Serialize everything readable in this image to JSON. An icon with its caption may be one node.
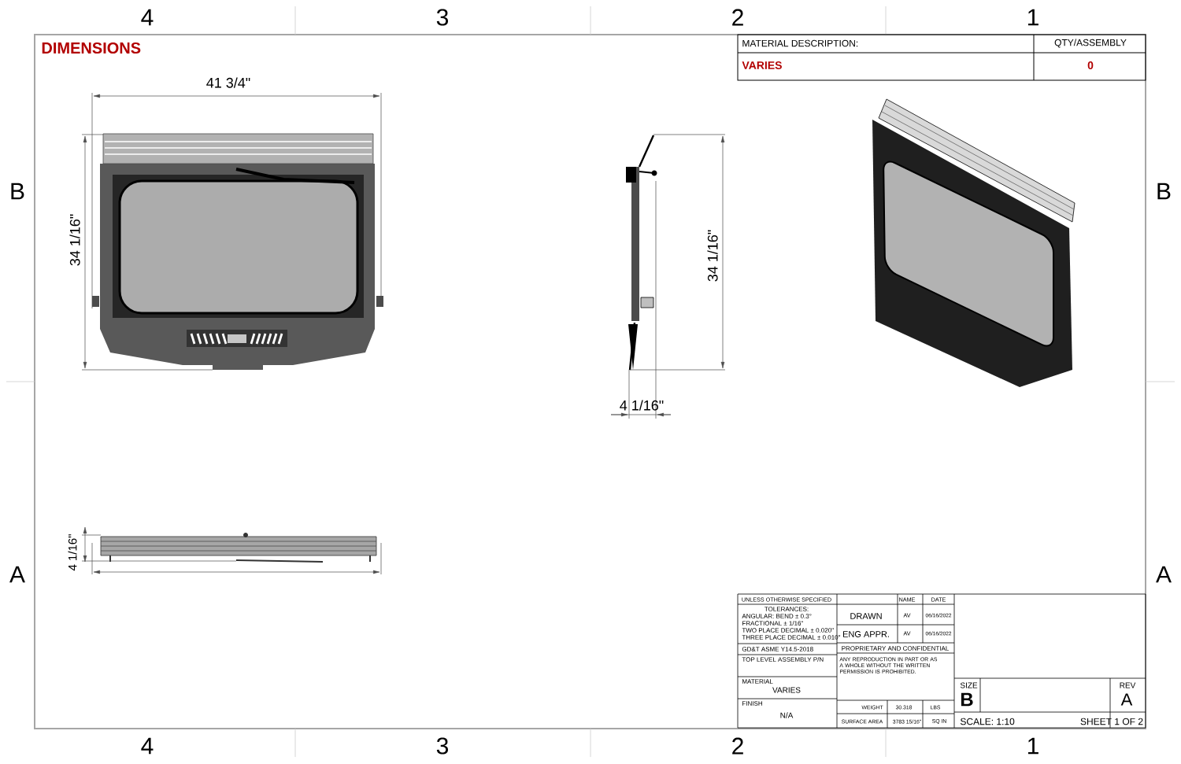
{
  "diagram": {
    "title": "DIMENSIONS",
    "labels": [
      "4",
      "3",
      "2",
      "1",
      "MATERIAL DESCRIPTION:",
      "QTY/ASSEMBLY",
      "VARIES",
      "0",
      "41 3/4\"",
      "B",
      "B",
      "34 1/16\"",
      "34 1/16\"",
      "4 1/16\"",
      "A",
      "A",
      "4 1/16\"",
      "UNLESS OTHERWISE SPECIFIED",
      "NAME",
      "DATE",
      "TOLERANCES:",
      "ANGULAR: BEND ± 0.3°",
      "FRACTIONAL ± 1/16\"",
      "TWO PLACE DECIMAL ± 0.020\"",
      "THREE PLACE DECIMAL ± 0.010\"",
      "DRAWN",
      "AV",
      "06/16/2022",
      "ENG APPR.",
      "AV",
      "06/16/2022",
      "GD&T ASME Y14.5-2018",
      "PROPRIETARY AND CONFIDENTIAL",
      "TOP LEVEL ASSEMBLY P/N",
      "ANY REPRODUCTION IN PART OR AS A WHOLE WITHOUT THE WRITTEN PERMISSION IS PROHIBITED.",
      "MATERIAL",
      "VARIES",
      "FINISH",
      "N/A",
      "WEIGHT",
      "30.318",
      "LBS",
      "SURFACE AREA",
      "3783 15/16\"",
      "SQ IN",
      "SIZE",
      "B",
      "REV",
      "A",
      "SCALE: 1:10",
      "SHEET 1 OF 2",
      "4",
      "3",
      "2",
      "1"
    ]
  }
}
